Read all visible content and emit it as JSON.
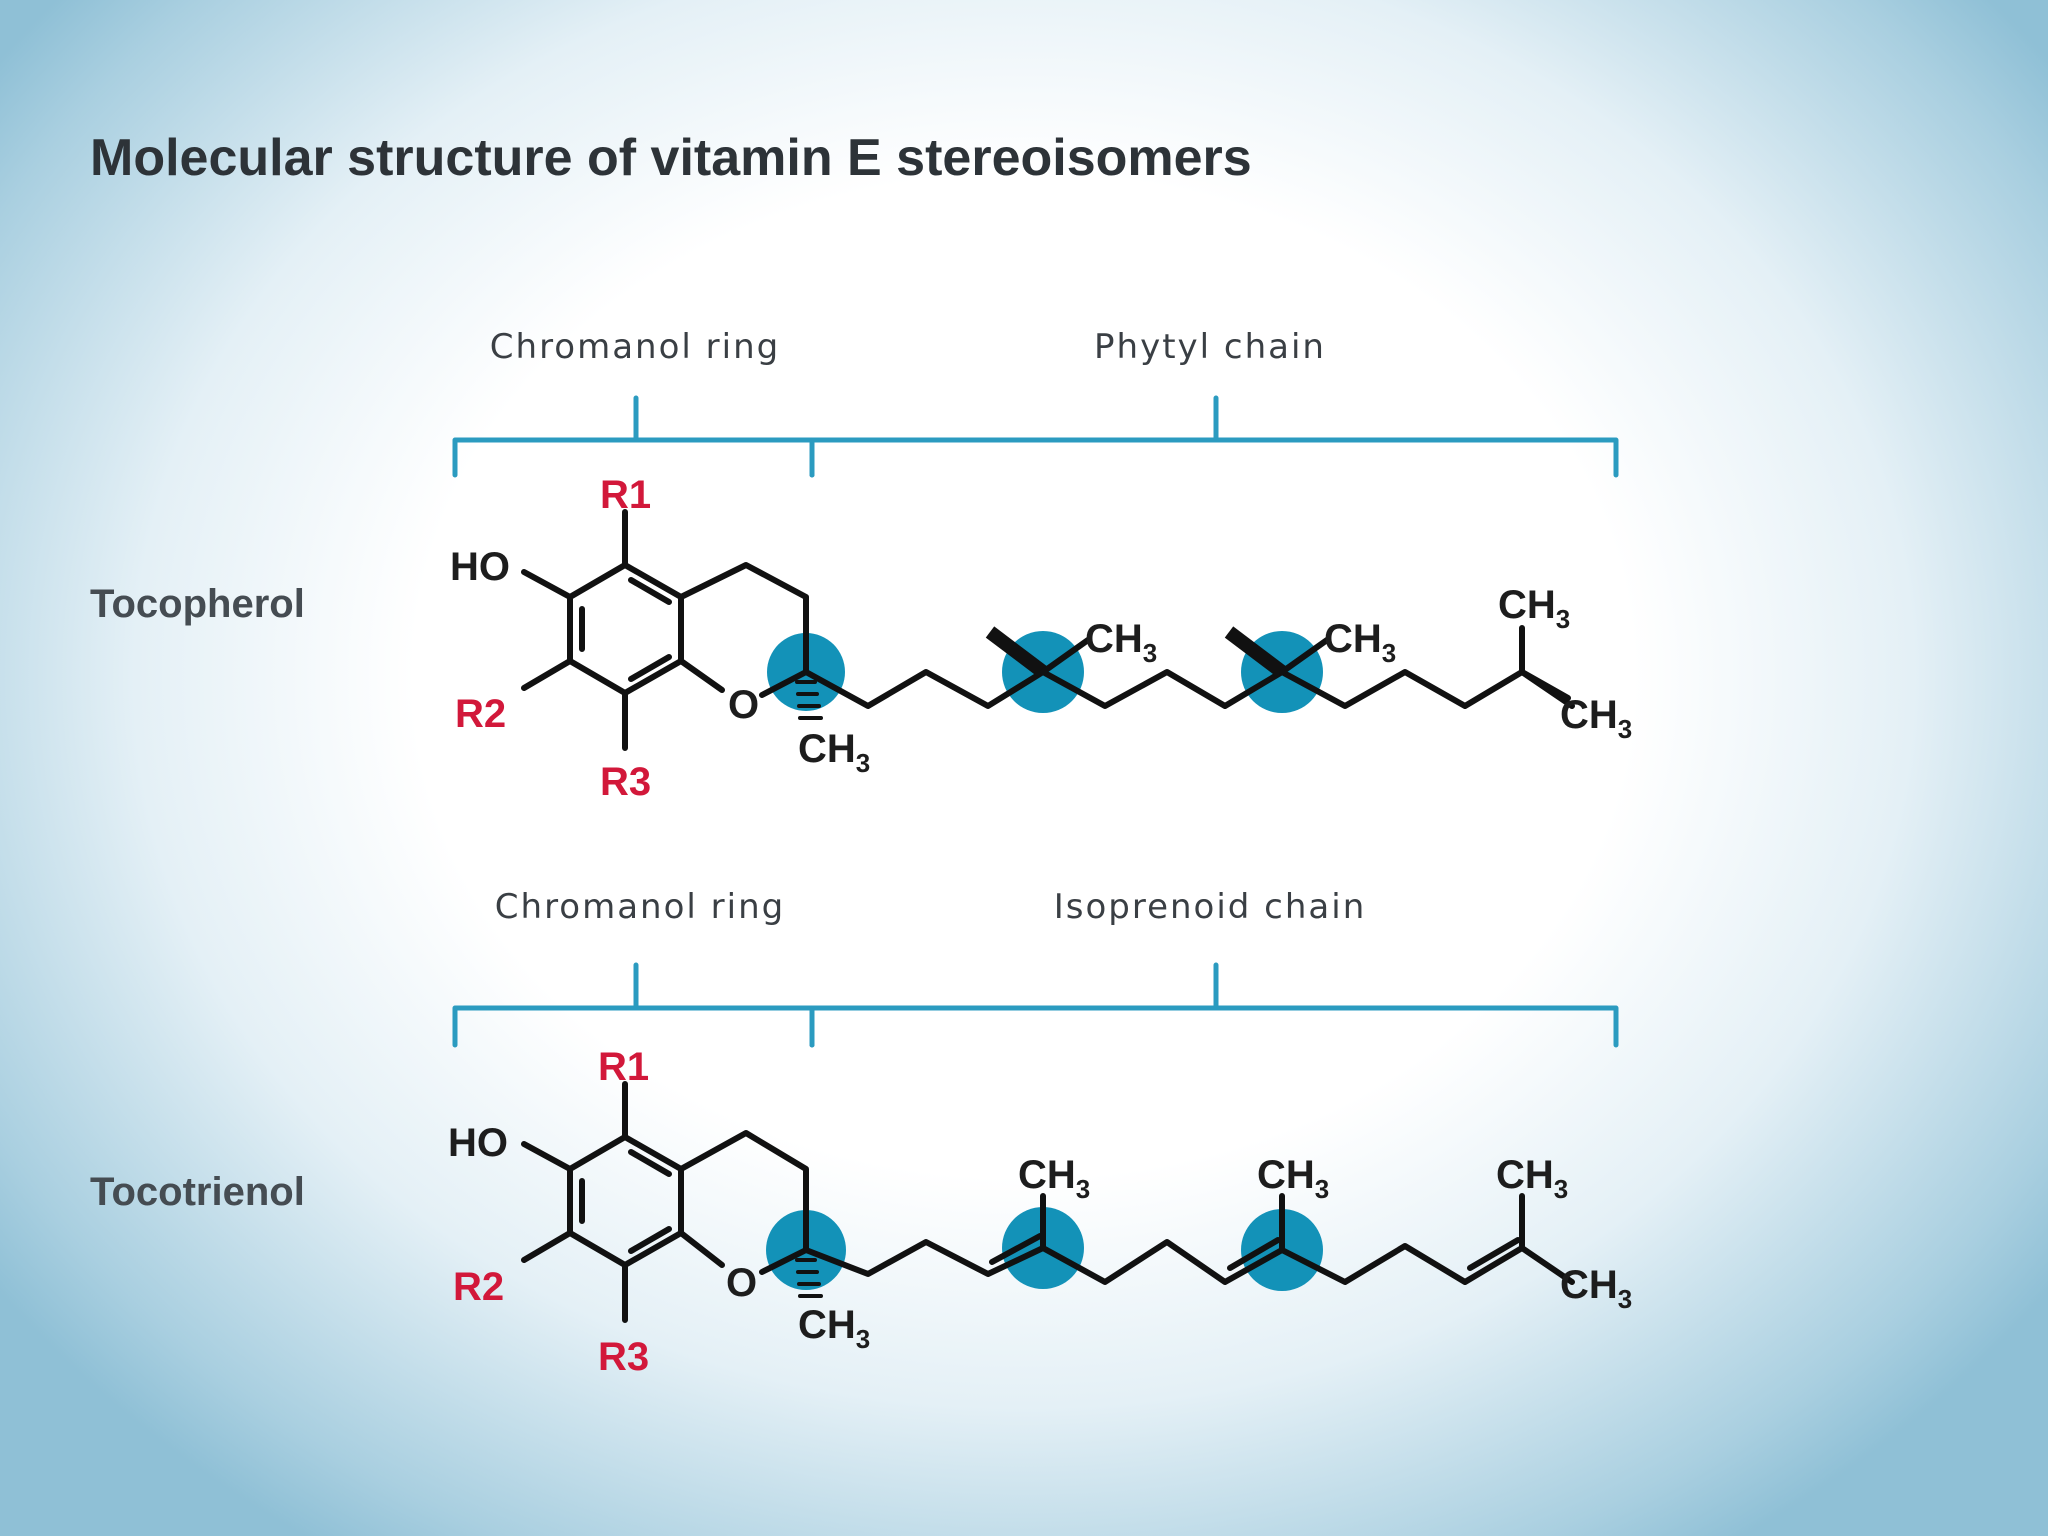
{
  "title": "Molecular structure of vitamin E stereoisomers",
  "molecules": [
    {
      "name": "Tocopherol",
      "segments": {
        "ring": "Chromanol ring",
        "chain": "Phytyl chain"
      }
    },
    {
      "name": "Tocotrienol",
      "segments": {
        "ring": "Chromanol ring",
        "chain": "Isoprenoid chain"
      }
    }
  ],
  "atoms": {
    "hydroxyl": "HO",
    "oxygen": "O",
    "methyl": "CH",
    "methyl_subscript": "3",
    "r1": "R1",
    "r2": "R2",
    "r3": "R3"
  },
  "colors": {
    "brace": "#2b9bc0",
    "stereocenter": "#1392b8",
    "r_group": "#d2183a",
    "bond": "#111111"
  }
}
